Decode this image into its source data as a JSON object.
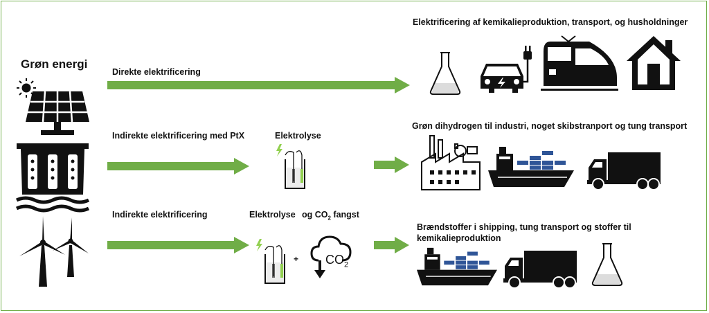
{
  "colors": {
    "arrow": "#70ad47",
    "frame": "#70ad47",
    "icon": "#111111"
  },
  "source": {
    "title": "Grøn energi",
    "icons": [
      "sun-icon",
      "solar-panel-icon",
      "hydro-dam-icon",
      "wind-turbine-icon"
    ]
  },
  "rows": [
    {
      "path_label": "Direkte elektrificering",
      "end_label": "Elektrificering af kemikalieproduktion, transport, og husholdninger",
      "end_icons": [
        "flask-icon",
        "electric-car-icon",
        "train-icon",
        "house-icon"
      ]
    },
    {
      "path_label": "Indirekte elektrificering med PtX",
      "process_label": "Elektrolyse",
      "end_label": "Grøn dihydrogen til industri, noget skibstranport og tung transport",
      "end_icons": [
        "factory-icon",
        "cargo-ship-icon",
        "truck-icon"
      ]
    },
    {
      "path_label": "Indirekte elektrificering",
      "process_label": "Elektrolyse",
      "process_label_2_pre": "og CO",
      "process_label_2_sub": "2",
      "process_label_2_post": " fangst",
      "plus": "+",
      "co2_icon_text": "CO",
      "co2_icon_sub": "2",
      "end_label_line1": "Brændstoffer i shipping, tung transport og stoffer til",
      "end_label_line2": "kemikalieproduktion",
      "end_icons": [
        "cargo-ship-icon",
        "truck-icon",
        "flask-icon"
      ]
    }
  ]
}
